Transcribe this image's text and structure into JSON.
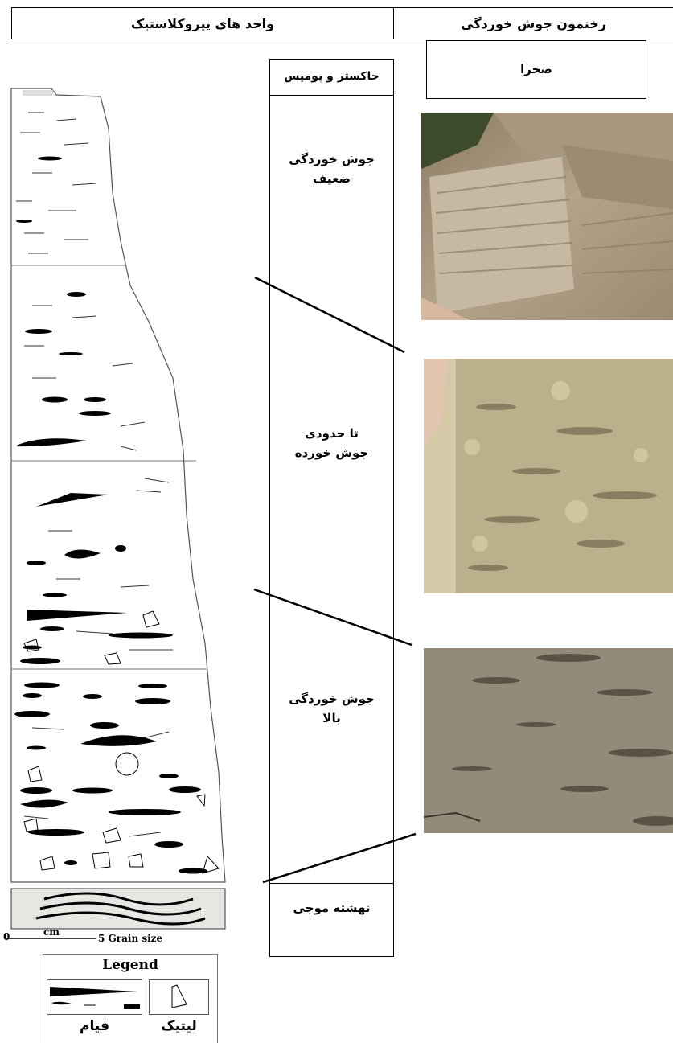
{
  "header": {
    "pyroclastic_units": "واحد های پیروکلاستیک",
    "welded_outcrop": "رخنمون جوش خوردگی"
  },
  "field_label": "صحرا",
  "column": {
    "top_label": "خاکستر و پومیس",
    "weak_line1": "جوش خوردگی",
    "weak_line2": "ضعیف",
    "partial_line1": "تا حدودی",
    "partial_line2": "جوش خورده",
    "high_line1": "جوش خوردگی",
    "high_line2": "بالا",
    "bottom_label": "نهشته موجی"
  },
  "scale": {
    "zero": "0",
    "unit": "cm",
    "five": "5",
    "grain_size": "Grain size"
  },
  "legend": {
    "title": "Legend",
    "fiamme": "فیام",
    "lithic": "لیتیک"
  },
  "colors": {
    "photo1": "#a8957a",
    "photo2": "#b9ad8a",
    "photo3": "#8f8677",
    "surge_fill": "#e8e6e2"
  }
}
